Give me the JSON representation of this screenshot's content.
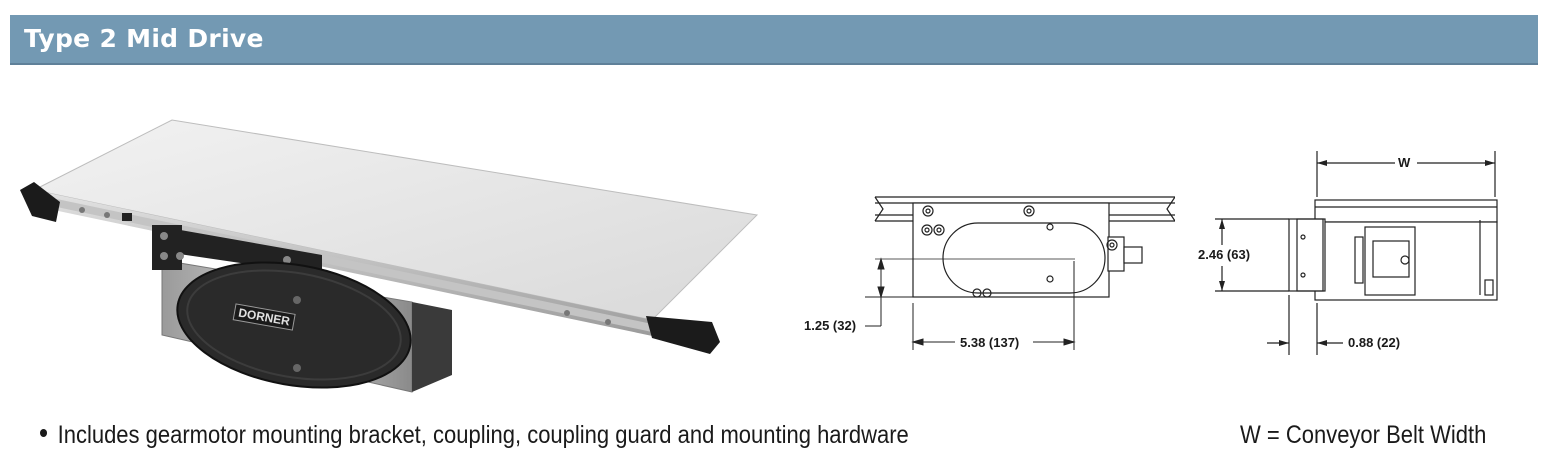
{
  "header": {
    "title": "Type 2 Mid Drive"
  },
  "photo": {
    "logo_text": "DORNER"
  },
  "side_view": {
    "dim_height_offset": "1.25 (32)",
    "dim_length": "5.38 (137)"
  },
  "end_view": {
    "dim_width": "W",
    "dim_height": "2.46 (63)",
    "dim_offset": "0.88 (22)"
  },
  "notes": {
    "bullet": "Includes gearmotor mounting bracket, coupling, coupling guard and mounting hardware",
    "legend": "W = Conveyor Belt Width"
  },
  "colors": {
    "header_bg": "#7399b3",
    "text": "#1a1a1a"
  }
}
